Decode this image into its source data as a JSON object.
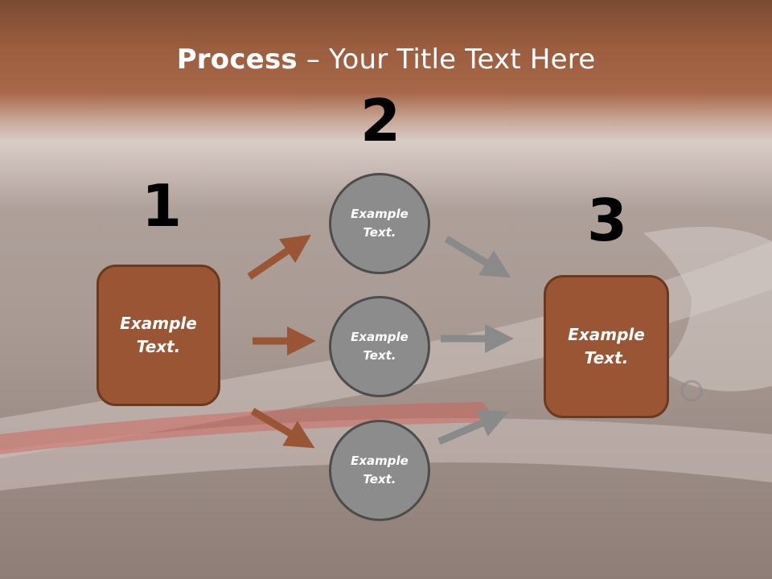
{
  "title": {
    "bold": "Process",
    "rest": " – Your Title Text Here"
  },
  "numbers": [
    "1",
    "2",
    "3"
  ],
  "boxes": [
    {
      "line1": "Example",
      "line2": "Text."
    },
    {
      "line1": "Example",
      "line2": "Text."
    }
  ],
  "circles": [
    {
      "line1": "Example",
      "line2": "Text."
    },
    {
      "line1": "Example",
      "line2": "Text."
    },
    {
      "line1": "Example",
      "line2": "Text."
    }
  ],
  "colors": {
    "box_fill": "#9a5634",
    "box_border": "#6a3a20",
    "circle_fill": "#8c8c8c",
    "circle_border": "#4d4d4d",
    "arrow_brown": "#9a5634",
    "arrow_gray": "#8a8a8a"
  }
}
